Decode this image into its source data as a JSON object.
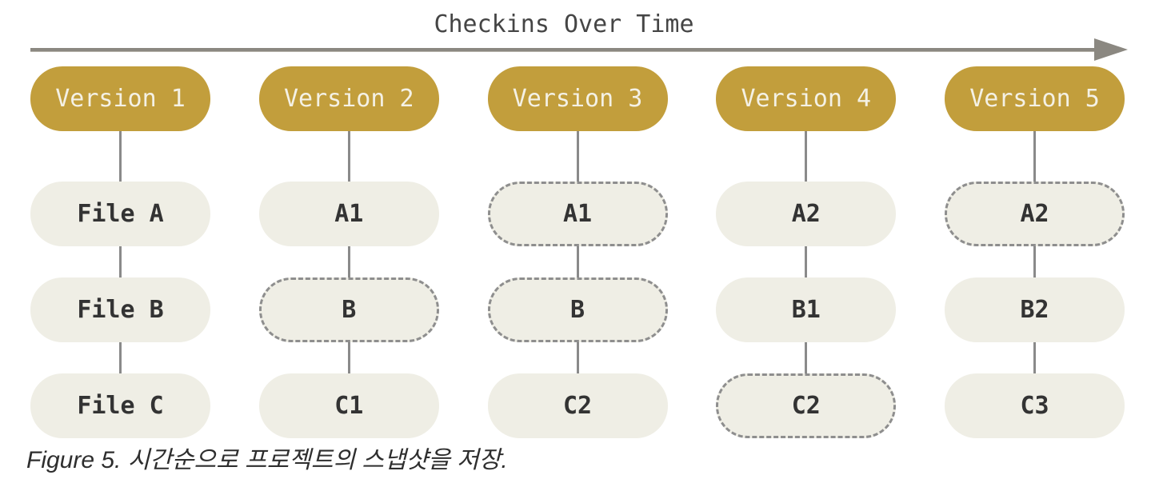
{
  "figure": {
    "timeline_label": "Checkins Over Time",
    "caption": "Figure 5. 시간순으로 프로젝트의 스냅샷을 저장.",
    "columns": [
      {
        "version": "Version 1",
        "files": [
          {
            "label": "File A",
            "style": "solid"
          },
          {
            "label": "File B",
            "style": "solid"
          },
          {
            "label": "File C",
            "style": "solid"
          }
        ]
      },
      {
        "version": "Version 2",
        "files": [
          {
            "label": "A1",
            "style": "solid"
          },
          {
            "label": "B",
            "style": "dashed"
          },
          {
            "label": "C1",
            "style": "solid"
          }
        ]
      },
      {
        "version": "Version 3",
        "files": [
          {
            "label": "A1",
            "style": "dashed"
          },
          {
            "label": "B",
            "style": "dashed"
          },
          {
            "label": "C2",
            "style": "solid"
          }
        ]
      },
      {
        "version": "Version 4",
        "files": [
          {
            "label": "A2",
            "style": "solid"
          },
          {
            "label": "B1",
            "style": "solid"
          },
          {
            "label": "C2",
            "style": "dashed"
          }
        ]
      },
      {
        "version": "Version 5",
        "files": [
          {
            "label": "A2",
            "style": "dashed"
          },
          {
            "label": "B2",
            "style": "solid"
          },
          {
            "label": "C3",
            "style": "solid"
          }
        ]
      }
    ],
    "colors": {
      "version_fill": "#c29e3c",
      "version_text": "#f4f1e5",
      "file_fill": "#efeee5",
      "file_text": "#333333",
      "dashed_border": "#8e8e8e",
      "connector": "#8a8a8a",
      "arrow": "#8b8881",
      "label_text": "#454545",
      "caption_text": "#2e2e2e"
    }
  }
}
